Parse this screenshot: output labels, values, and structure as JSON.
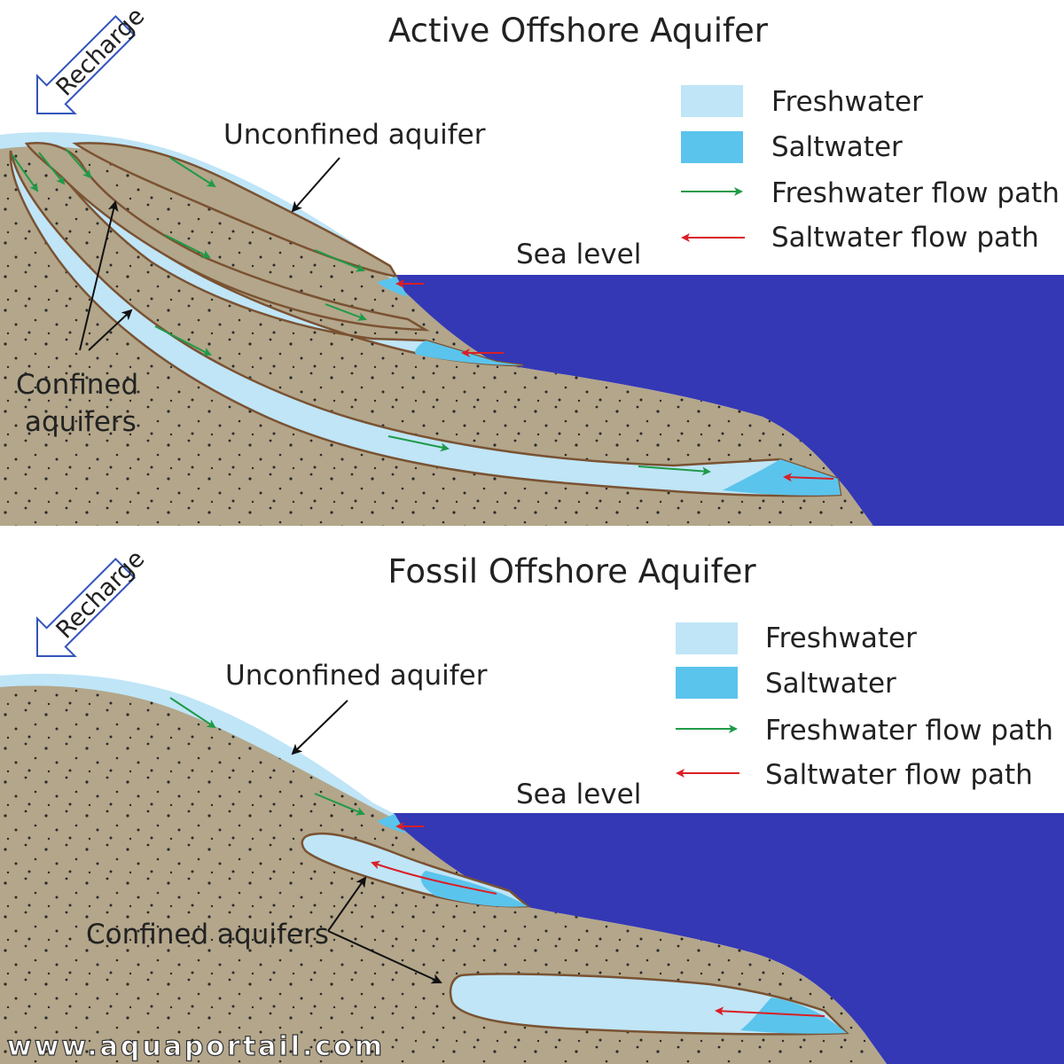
{
  "top": {
    "title": "Active Offshore Aquifer",
    "recharge": "Recharge",
    "unconfined_label": "Unconfined aquifer",
    "confined_label_line1": "Confined",
    "confined_label_line2": "aquifers",
    "sea_level": "Sea level"
  },
  "bottom": {
    "title": "Fossil Offshore Aquifer",
    "recharge": "Recharge",
    "unconfined_label": "Unconfined aquifer",
    "confined_label": "Confined aquifers",
    "sea_level": "Sea level"
  },
  "legend": {
    "freshwater": "Freshwater",
    "saltwater": "Saltwater",
    "fresh_flow": "Freshwater flow path",
    "salt_flow": "Saltwater flow path"
  },
  "watermark": "www.aquaportail.com",
  "colors": {
    "freshwater": "#bfe5f7",
    "saltwater": "#5bc4ec",
    "sea": "#3438b5",
    "sediment": "#b3a68a",
    "layer_outline": "#7a5232",
    "fresh_flow_arrow": "#1f9a48",
    "salt_flow_arrow": "#d91f26",
    "recharge_arrow": "#3355bb"
  }
}
